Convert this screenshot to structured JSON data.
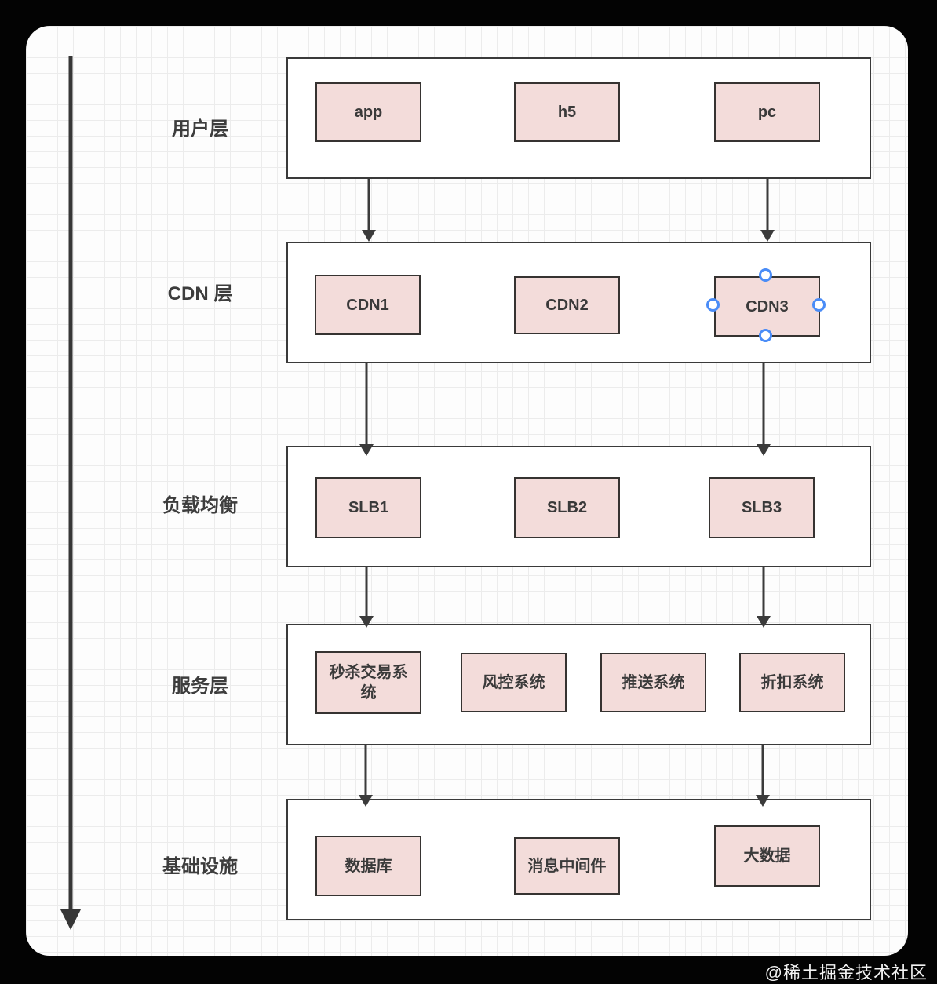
{
  "diagram": {
    "layers": [
      {
        "label": "用户层",
        "nodes": [
          {
            "label": "app"
          },
          {
            "label": "h5"
          },
          {
            "label": "pc"
          }
        ]
      },
      {
        "label": "CDN 层",
        "nodes": [
          {
            "label": "CDN1"
          },
          {
            "label": "CDN2"
          },
          {
            "label": "CDN3"
          }
        ]
      },
      {
        "label": "负载均衡",
        "nodes": [
          {
            "label": "SLB1"
          },
          {
            "label": "SLB2"
          },
          {
            "label": "SLB3"
          }
        ]
      },
      {
        "label": "服务层",
        "nodes": [
          {
            "label": "秒杀交易系统"
          },
          {
            "label": "风控系统"
          },
          {
            "label": "推送系统"
          },
          {
            "label": "折扣系统"
          }
        ]
      },
      {
        "label": "基础设施",
        "nodes": [
          {
            "label": "数据库"
          },
          {
            "label": "消息中间件"
          },
          {
            "label": "大数据"
          }
        ]
      }
    ],
    "selected_node": "CDN3"
  },
  "watermark": {
    "text": "@稀土掘金技术社区"
  },
  "colors": {
    "node_fill": "#f3dcda",
    "node_border": "#363331",
    "container_border": "#3a3a3a",
    "arrow": "#3b3b3b",
    "selection_handle": "#4a8cf7",
    "grid_line": "#ececec",
    "canvas_bg": "#fdfdfd",
    "page_bg": "#030303"
  }
}
